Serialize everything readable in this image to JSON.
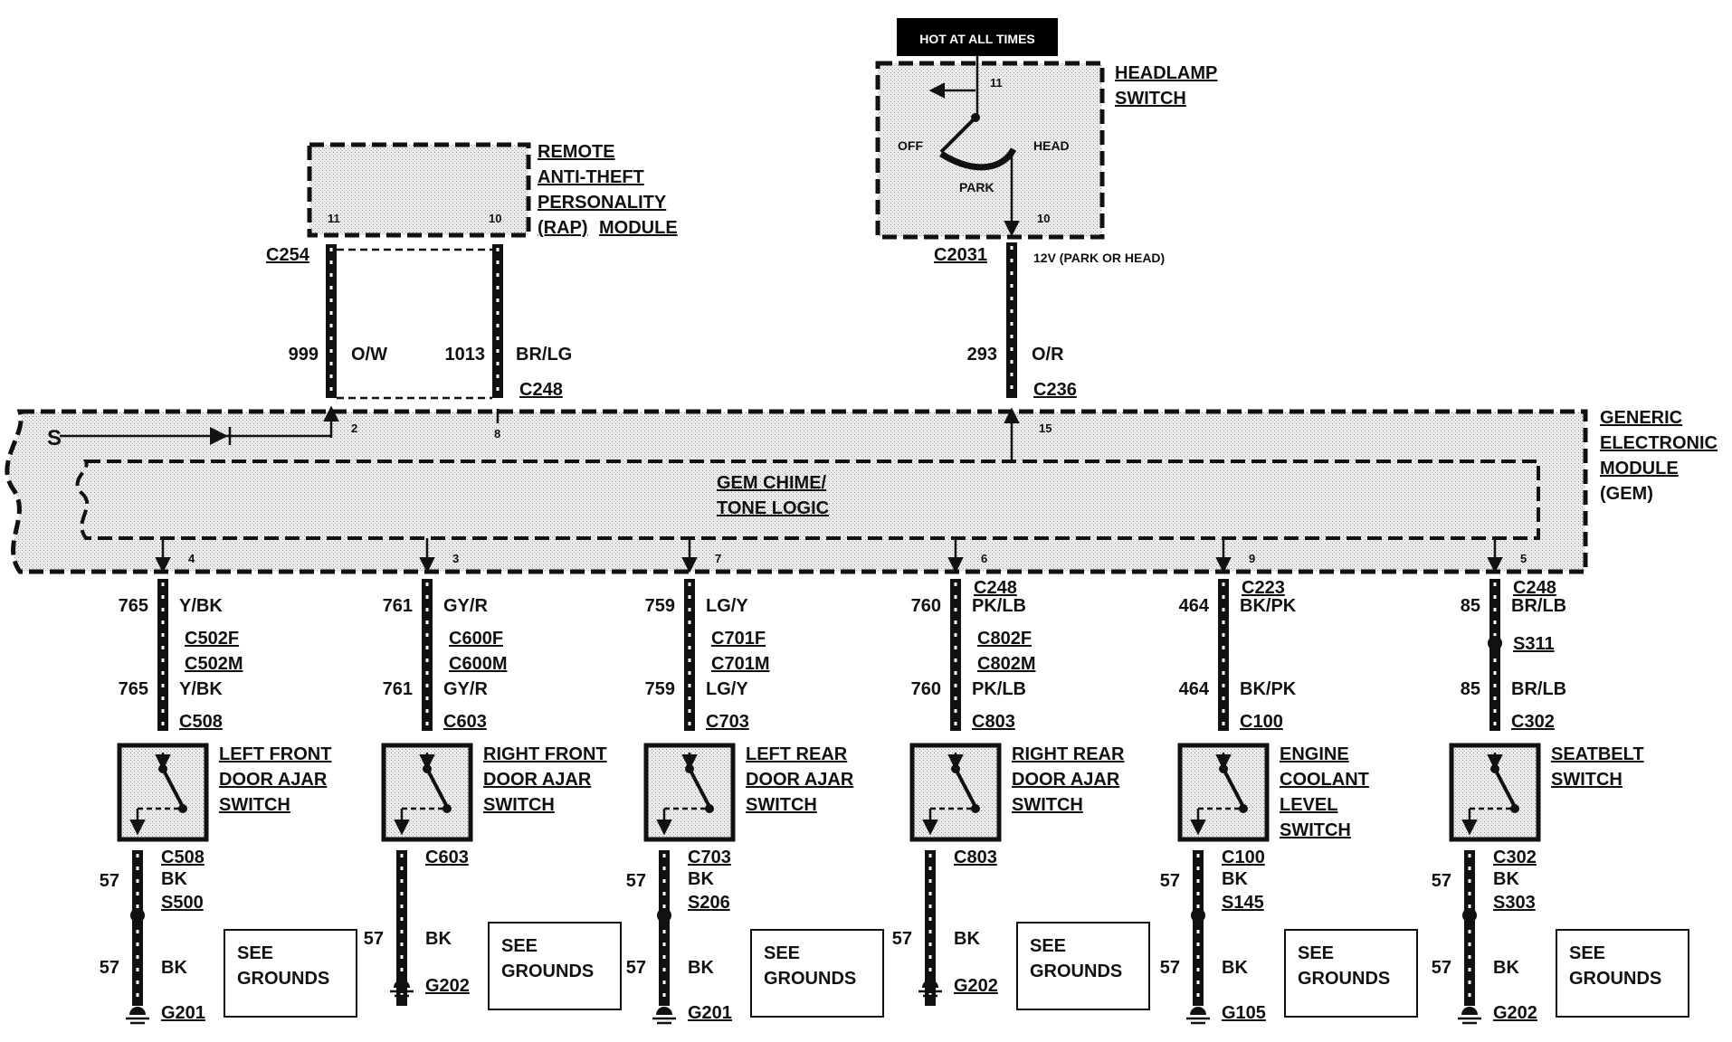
{
  "hot_label": "HOT AT ALL TIMES",
  "headlamp": {
    "name": [
      "HEADLAMP",
      "SWITCH"
    ],
    "pin_top": "11",
    "pin_bottom": "10",
    "off": "OFF",
    "park": "PARK",
    "head": "HEAD",
    "connector": "C2031",
    "note": "12V (PARK OR HEAD)"
  },
  "rap": {
    "name": [
      "REMOTE",
      "ANTI-THEFT",
      "PERSONALITY",
      "(RAP)",
      "MODULE"
    ],
    "pin_left": "11",
    "pin_right": "10",
    "connector": "C254"
  },
  "top_wires": [
    {
      "circuit": "999",
      "color": "O/W"
    },
    {
      "circuit": "1013",
      "color": "BR/LG",
      "connector": "C248"
    },
    {
      "circuit": "293",
      "color": "O/R",
      "connector": "C236"
    }
  ],
  "gem": {
    "name": [
      "GENERIC",
      "ELECTRONIC",
      "MODULE",
      "(GEM)"
    ],
    "logic": [
      "GEM CHIME/",
      "TONE LOGIC"
    ],
    "pins_top": [
      "2",
      "8",
      "15"
    ]
  },
  "branches": [
    {
      "pin": "4",
      "circuit": "765",
      "color": "Y/BK",
      "conn_f": "C502F",
      "conn_m": "C502M",
      "conn_sw": "C508",
      "switch": [
        "LEFT FRONT",
        "DOOR AJAR",
        "SWITCH"
      ],
      "gnd_conn": "C508",
      "gnd_circuit": "57",
      "gnd_color": "BK",
      "splice": "S500",
      "ground": "G201",
      "see": [
        "SEE",
        "GROUNDS"
      ]
    },
    {
      "pin": "3",
      "circuit": "761",
      "color": "GY/R",
      "conn_f": "C600F",
      "conn_m": "C600M",
      "conn_sw": "C603",
      "switch": [
        "RIGHT FRONT",
        "DOOR AJAR",
        "SWITCH"
      ],
      "gnd_conn": "C603",
      "gnd_circuit": "57",
      "gnd_color": "BK",
      "splice": "",
      "ground": "G202",
      "see": [
        "SEE",
        "GROUNDS"
      ]
    },
    {
      "pin": "7",
      "circuit": "759",
      "color": "LG/Y",
      "conn_f": "C701F",
      "conn_m": "C701M",
      "conn_sw": "C703",
      "switch": [
        "LEFT REAR",
        "DOOR AJAR",
        "SWITCH"
      ],
      "gnd_conn": "C703",
      "gnd_circuit": "57",
      "gnd_color": "BK",
      "splice": "S206",
      "ground": "G201",
      "see": [
        "SEE",
        "GROUNDS"
      ]
    },
    {
      "pin": "6",
      "circuit": "760",
      "color": "PK/LB",
      "top_conn": "C248",
      "conn_f": "C802F",
      "conn_m": "C802M",
      "conn_sw": "C803",
      "switch": [
        "RIGHT REAR",
        "DOOR AJAR",
        "SWITCH"
      ],
      "gnd_conn": "C803",
      "gnd_circuit": "57",
      "gnd_color": "BK",
      "splice": "",
      "ground": "G202",
      "see": [
        "SEE",
        "GROUNDS"
      ]
    },
    {
      "pin": "9",
      "circuit": "464",
      "color": "BK/PK",
      "top_conn": "C223",
      "conn_sw": "C100",
      "switch": [
        "ENGINE",
        "COOLANT",
        "LEVEL",
        "SWITCH"
      ],
      "gnd_conn": "C100",
      "gnd_circuit": "57",
      "gnd_color": "BK",
      "splice": "S145",
      "ground": "G105",
      "see": [
        "SEE",
        "GROUNDS"
      ]
    },
    {
      "pin": "5",
      "circuit": "85",
      "color": "BR/LB",
      "top_conn": "C248",
      "top_splice": "S311",
      "conn_sw": "C302",
      "switch": [
        "SEATBELT",
        "SWITCH"
      ],
      "gnd_conn": "C302",
      "gnd_circuit": "57",
      "gnd_color": "BK",
      "splice": "S303",
      "ground": "G202",
      "see": [
        "SEE",
        "GROUNDS"
      ]
    }
  ]
}
